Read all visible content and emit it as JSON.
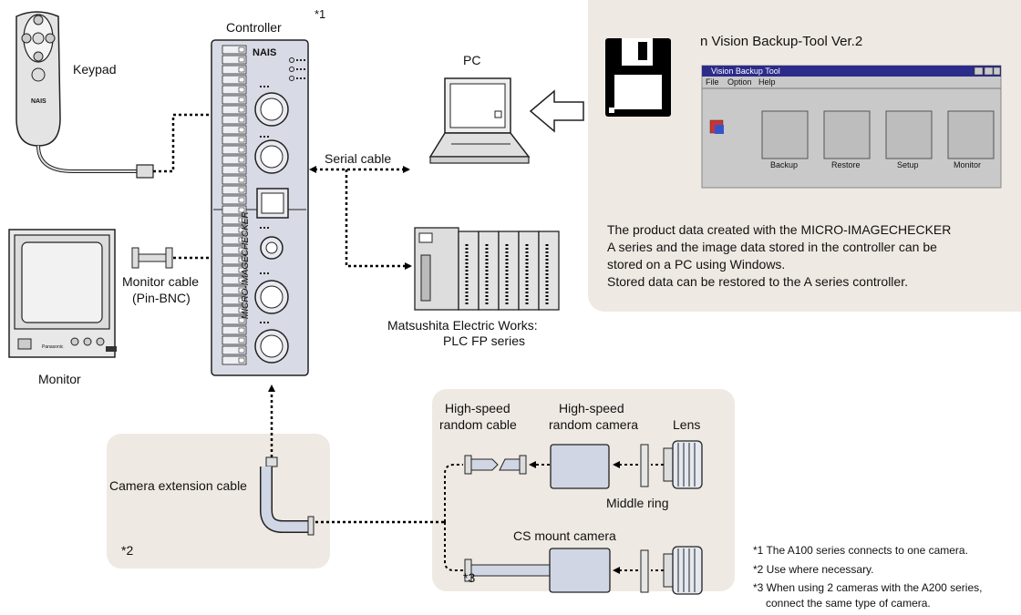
{
  "controller": {
    "label": "Controller",
    "note_ref": "*1",
    "brand": "NAIS",
    "product": "MICRO-IMAGECHECKER"
  },
  "keypad": {
    "label": "Keypad",
    "brand": "NAIS"
  },
  "monitor": {
    "label": "Monitor",
    "cable_label_1": "Monitor cable",
    "cable_label_2": "(Pin-BNC)",
    "brand": "Panasonic"
  },
  "pc": {
    "label": "PC"
  },
  "serial_cable": {
    "label": "Serial cable"
  },
  "plc": {
    "label_1": "Matsushita Electric Works:",
    "label_2": "PLC FP series"
  },
  "backup_tool": {
    "title": "n  Vision Backup-Tool Ver.2",
    "window_title": "Vision Backup Tool",
    "menu": [
      "File",
      "Option",
      "Help"
    ],
    "buttons": [
      "Backup",
      "Restore",
      "Setup",
      "Monitor"
    ],
    "desc": [
      "The product data created with the MICRO-IMAGECHECKER",
      "A series and the image data stored in the controller can be",
      "stored on a PC using Windows.",
      "Stored data can be restored to the A series controller."
    ]
  },
  "extension": {
    "label": "Camera extension cable",
    "note": "*2"
  },
  "camera_panel": {
    "cable_label_1": "High-speed",
    "cable_label_2": "random cable",
    "camera_label_1": "High-speed",
    "camera_label_2": "random camera",
    "lens_label": "Lens",
    "middle_ring_label": "Middle ring",
    "cs_label": "CS mount camera",
    "note": "*3"
  },
  "footnotes": {
    "n1": "*1 The A100 series connects to one camera.",
    "n2": "*2 Use where necessary.",
    "n3a": "*3 When using 2 cameras with the A200 series,",
    "n3b": "connect the same type of camera."
  }
}
